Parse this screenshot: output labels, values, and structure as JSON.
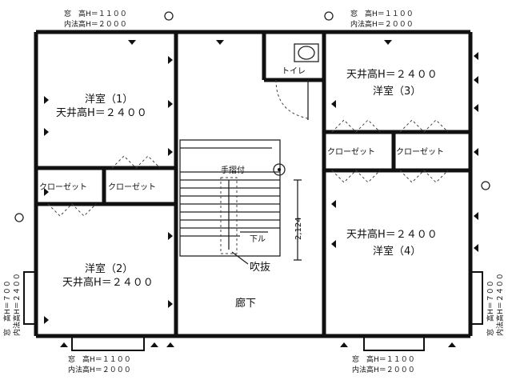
{
  "rooms": {
    "room1": {
      "name": "洋室（1）",
      "ceiling": "天井高H＝２４００"
    },
    "room2": {
      "name": "洋室（2）",
      "ceiling": "天井高H＝２４００"
    },
    "room3": {
      "name": "洋室（3）",
      "ceiling": "天井高H＝２４００"
    },
    "room4": {
      "name": "洋室（4）",
      "ceiling": "天井高H＝２４００"
    },
    "toilet": "トイレ",
    "corridor": "廊下",
    "void": "吹抜",
    "handrail": "手摺付",
    "down": "下ル",
    "dimension": "2,124",
    "closet": "クローゼット"
  },
  "windows": {
    "top_left": {
      "label": "窓　高H＝１１００",
      "inner": "内法高H＝２０００"
    },
    "top_right": {
      "label": "窓　高H＝１１００",
      "inner": "内法高H＝２０００"
    },
    "bottom_left": {
      "label": "窓　高H＝１１００",
      "inner": "内法高H＝２０００"
    },
    "bottom_right": {
      "label": "窓　高H＝１１００",
      "inner": "内法高H＝２０００"
    },
    "left_side": {
      "label": "窓　高H＝７００",
      "inner": "内法高H＝２４００"
    },
    "right_side": {
      "label": "窓　高H＝７００",
      "inner": "内法高H＝２４００"
    }
  }
}
